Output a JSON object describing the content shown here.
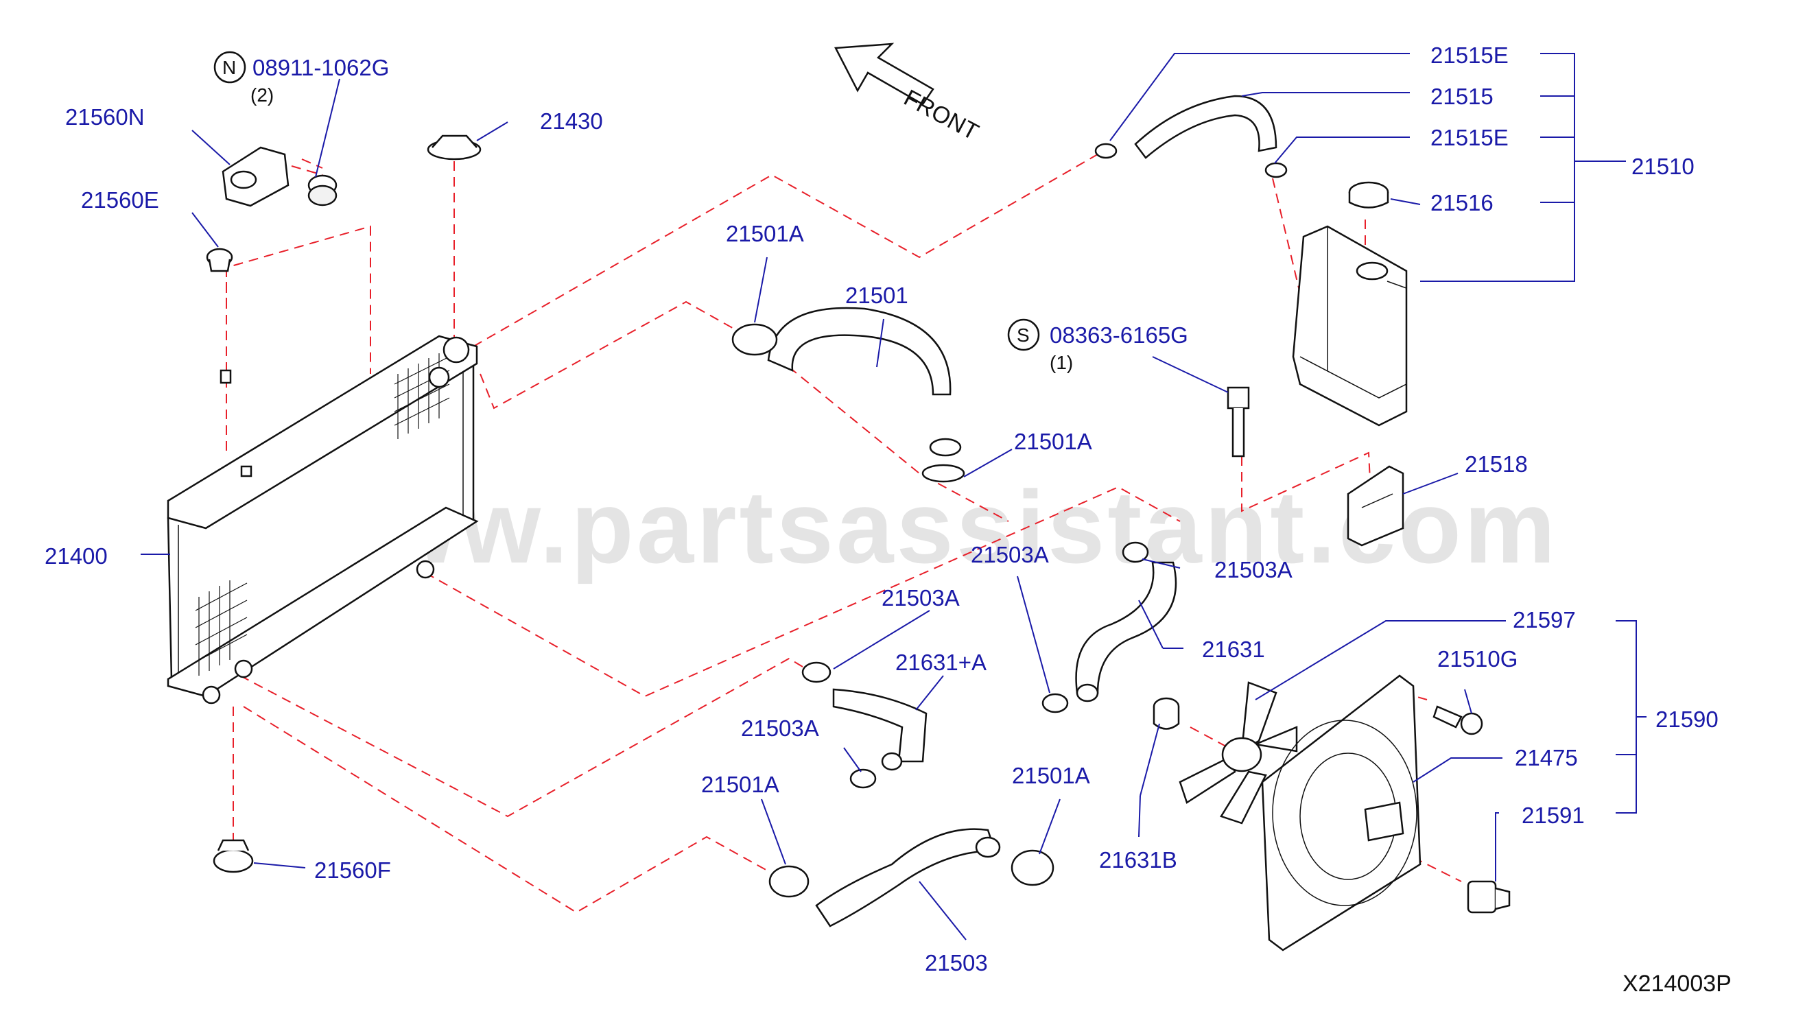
{
  "watermark": "www.partsassistant.com",
  "diagram_code": "X214003P",
  "front_label": "FRONT",
  "symbols": {
    "n": "N",
    "s": "S"
  },
  "part_numbers": {
    "p08911": "08911-1062G",
    "p08911_qty": "(2)",
    "p21560N": "21560N",
    "p21560E": "21560E",
    "p21430": "21430",
    "p21400": "21400",
    "p21560F": "21560F",
    "p21501A_1": "21501A",
    "p21501": "21501",
    "p21501A_2": "21501A",
    "p21501A_3": "21501A",
    "p21501A_4": "21501A",
    "p21503": "21503",
    "p21503A_1": "21503A",
    "p21503A_2": "21503A",
    "p21503A_3": "21503A",
    "p21503A_4": "21503A",
    "p21631": "21631",
    "p21631A": "21631+A",
    "p21631B": "21631B",
    "p08363": "08363-6165G",
    "p08363_qty": "(1)",
    "p21515E_1": "21515E",
    "p21515": "21515",
    "p21515E_2": "21515E",
    "p21510": "21510",
    "p21516": "21516",
    "p21518": "21518",
    "p21597": "21597",
    "p21510G": "21510G",
    "p21590": "21590",
    "p21475": "21475",
    "p21591": "21591"
  }
}
